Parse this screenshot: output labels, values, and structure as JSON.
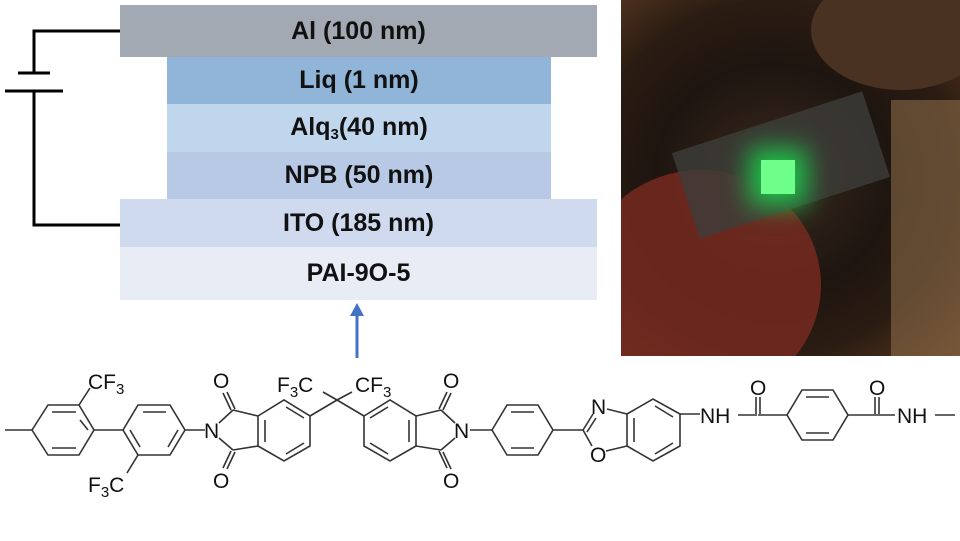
{
  "layers": [
    {
      "id": "al",
      "label": "Al (100 nm)",
      "color": "#a3a9b2"
    },
    {
      "id": "liq",
      "label": "Liq (1 nm)",
      "color": "#90b5d9"
    },
    {
      "id": "alq3",
      "label_main": "Alq",
      "label_sub": "3",
      "label_rest": "(40 nm)",
      "color": "#c0d6ec"
    },
    {
      "id": "npb",
      "label": "NPB (50 nm)",
      "color": "#b8c9e6"
    },
    {
      "id": "ito",
      "label": "ITO (185 nm)",
      "color": "#cfdaef"
    },
    {
      "id": "substrate",
      "label": "PAI-9O-5",
      "color": "#e7ecf5"
    }
  ],
  "arrow_color": "#4472c4",
  "chem": {
    "cf3_a": "CF3",
    "f3c_b": "F3C",
    "f3c_c": "F3C",
    "cf3_d": "CF3",
    "o": "O",
    "n": "N",
    "nh": "NH"
  }
}
